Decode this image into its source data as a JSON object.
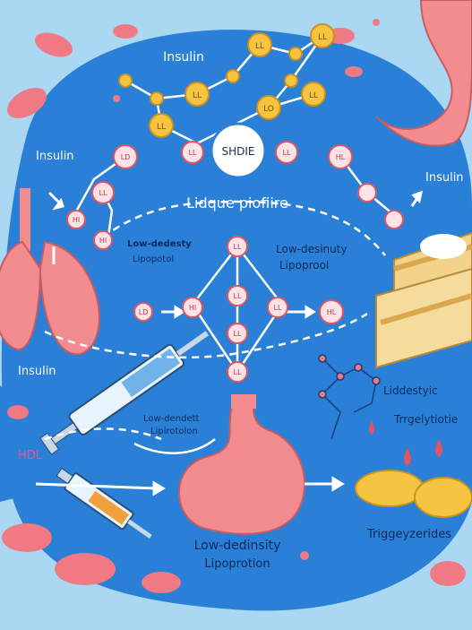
{
  "labels": {
    "insulin_top": "Insulin",
    "insulin_left": "Insulin",
    "insulin_right": "Insulin",
    "insulin_lungs": "Insulin",
    "hub": "SHDIE",
    "center_title": "Lidque piofiire",
    "ldl_left_1": "Low-dedesty",
    "ldl_left_2": "Lipopotol",
    "ldl_right_1": "Low-desinuty",
    "ldl_right_2": "Lipoprool",
    "ldl_mid_1": "Low-dendett",
    "ldl_mid_2": "Lipirotolon",
    "hdl": "HDL",
    "bottom_1": "Low-dedinsity",
    "bottom_2": "Lipoprotion",
    "lid_right": "Liddestyic",
    "trig_right": "Trrgelytiotie",
    "trig_bottom": "Triggeyzerides"
  },
  "nodes": {
    "ll": "LL",
    "ld": "LD",
    "hi": "HI",
    "hl": "HL",
    "lo": "LO"
  },
  "colors": {
    "blob": "#2a7fd6",
    "sky": "#aad8f2",
    "node_yellow": "#f5c542",
    "node_pink": "#f07a84",
    "organ_pink": "#f28c8f",
    "arrow": "#ffffff"
  }
}
